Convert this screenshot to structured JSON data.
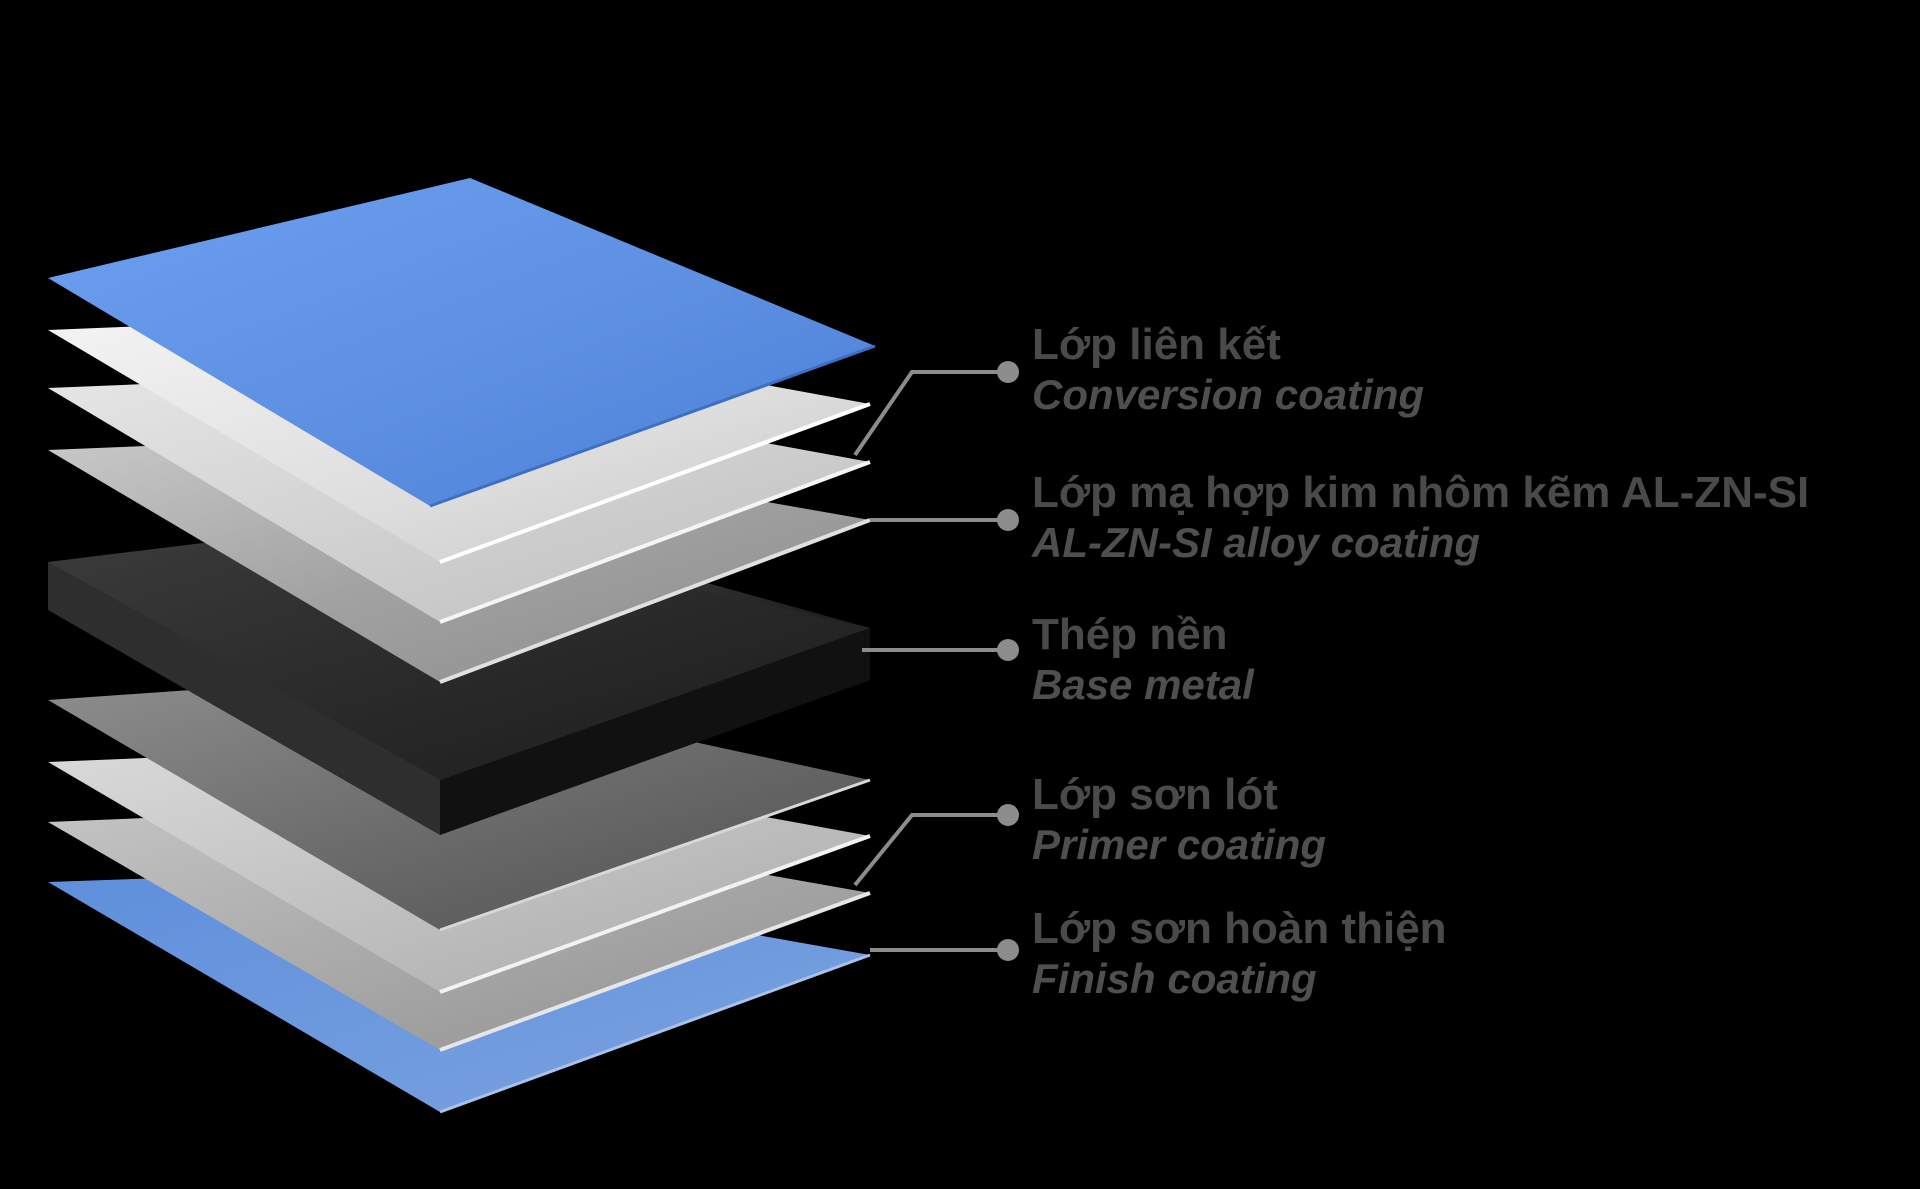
{
  "diagram": {
    "layers": [
      {
        "id": "finish-top",
        "color": "#5b8fdc"
      },
      {
        "id": "primer-top",
        "color": "#e8e8e8"
      },
      {
        "id": "conversion-top",
        "color": "#d9d9d9"
      },
      {
        "id": "alloy-top",
        "color": "#a9a9a9"
      },
      {
        "id": "base-metal",
        "color": "#262626"
      },
      {
        "id": "alloy-bottom",
        "color": "#7a7a7a"
      },
      {
        "id": "conversion-bottom",
        "color": "#c4c4c4"
      },
      {
        "id": "primer-bottom",
        "color": "#a8a8a8"
      },
      {
        "id": "finish-bottom",
        "color": "#6a95d6"
      }
    ],
    "labels": [
      {
        "vi": "Lớp liên kết",
        "en": "Conversion coating"
      },
      {
        "vi": "Lớp mạ hợp kim nhôm kẽm AL-ZN-SI",
        "en": "AL-ZN-SI alloy coating"
      },
      {
        "vi": "Thép nền",
        "en": "Base metal"
      },
      {
        "vi": "Lớp sơn lót",
        "en": "Primer coating"
      },
      {
        "vi": "Lớp sơn hoàn thiện",
        "en": "Finish coating"
      }
    ],
    "colors": {
      "background": "#000000",
      "leader_line": "#8c8c8c",
      "label_text": "#4a4a4a",
      "blue_coating": "#5b8fdc"
    }
  }
}
